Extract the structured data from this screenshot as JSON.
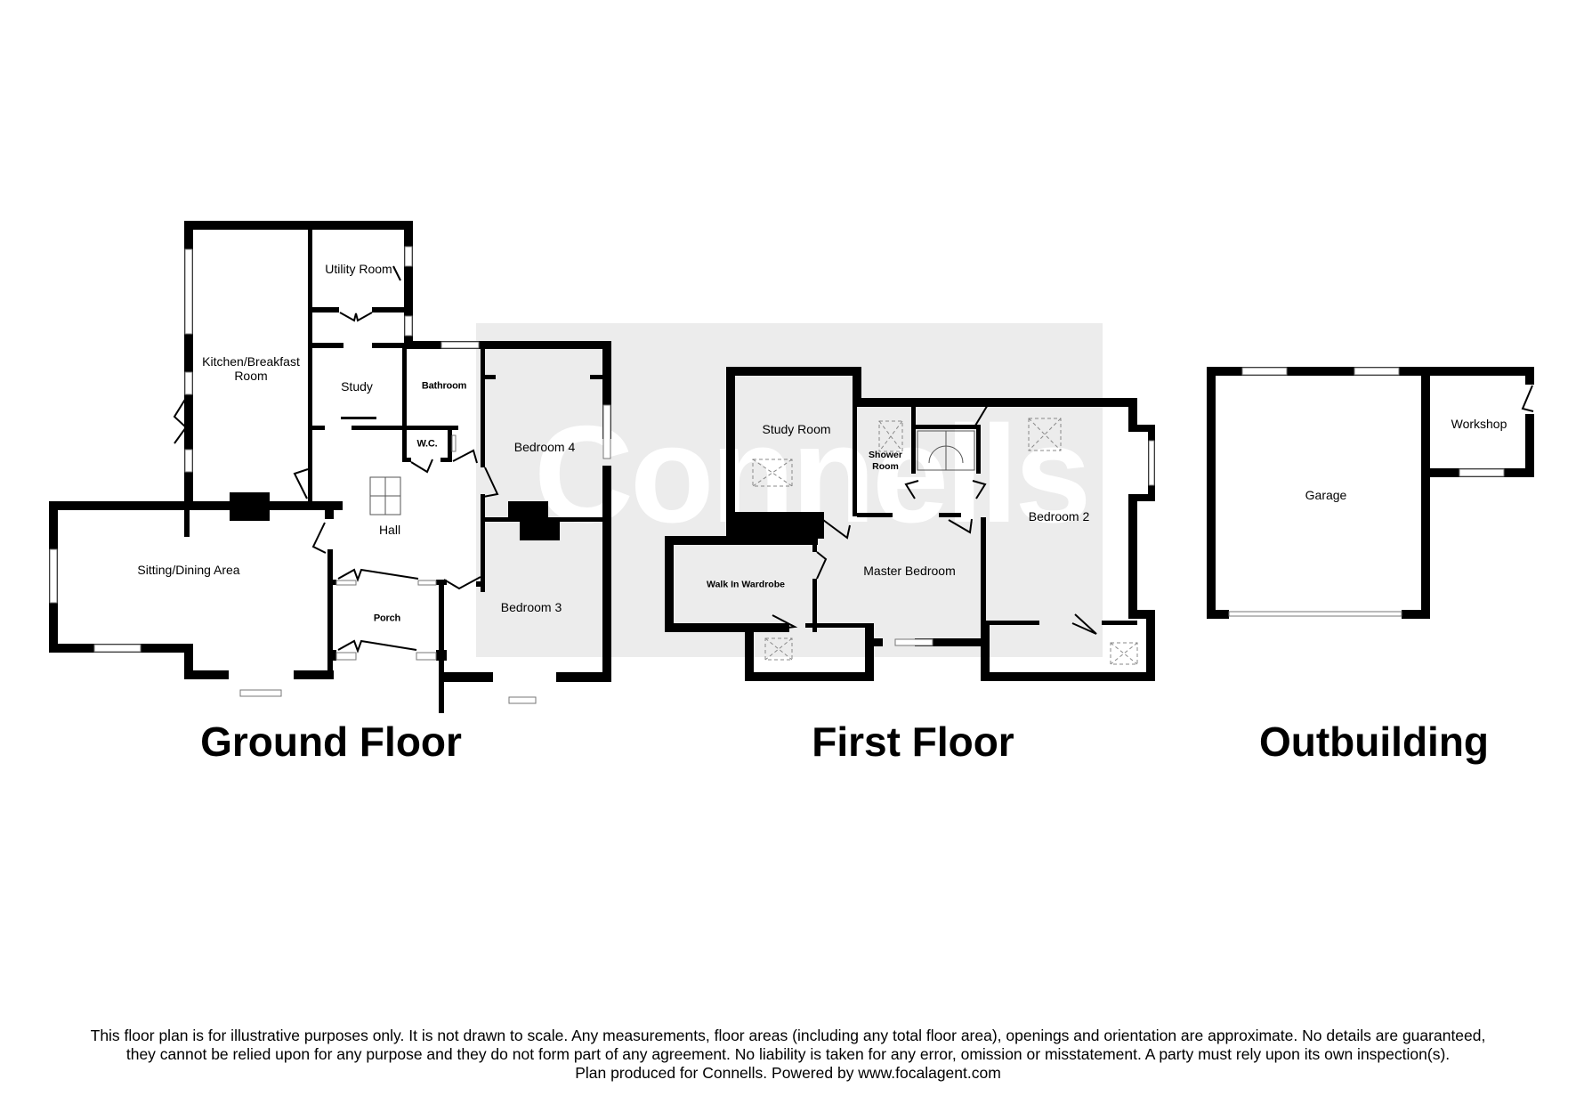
{
  "watermark": {
    "text": "Connells",
    "panel_color": "#ececec"
  },
  "floors": [
    {
      "title": "Ground Floor",
      "rooms": [
        {
          "id": "kitchen",
          "label_line1": "Kitchen/Breakfast",
          "label_line2": "Room"
        },
        {
          "id": "utility",
          "label": "Utility Room"
        },
        {
          "id": "study",
          "label": "Study"
        },
        {
          "id": "bathroom",
          "label": "Bathroom"
        },
        {
          "id": "wc",
          "label": "W.C."
        },
        {
          "id": "hall",
          "label": "Hall"
        },
        {
          "id": "sitting",
          "label": "Sitting/Dining Area"
        },
        {
          "id": "porch",
          "label": "Porch"
        },
        {
          "id": "bedroom4",
          "label": "Bedroom 4"
        },
        {
          "id": "bedroom3",
          "label": "Bedroom 3"
        }
      ]
    },
    {
      "title": "First Floor",
      "rooms": [
        {
          "id": "study-room",
          "label": "Study Room"
        },
        {
          "id": "shower-room",
          "label_line1": "Shower",
          "label_line2": "Room"
        },
        {
          "id": "bedroom2",
          "label": "Bedroom 2"
        },
        {
          "id": "walk-in-wardrobe",
          "label": "Walk In Wardrobe"
        },
        {
          "id": "master-bedroom",
          "label": "Master Bedroom"
        }
      ]
    },
    {
      "title": "Outbuilding",
      "rooms": [
        {
          "id": "garage",
          "label": "Garage"
        },
        {
          "id": "workshop",
          "label": "Workshop"
        }
      ]
    }
  ],
  "disclaimer": {
    "line1": "This floor plan is for illustrative purposes only. It is not drawn to scale. Any measurements, floor areas (including any total floor area), openings and orientation are approximate. No details are guaranteed,",
    "line2": "they cannot be relied upon for any purpose and they do not form part of any agreement. No liability is taken for any error, omission or misstatement. A party must rely upon its own inspection(s).",
    "line3": "Plan produced for Connells. Powered by www.focalagent.com"
  }
}
